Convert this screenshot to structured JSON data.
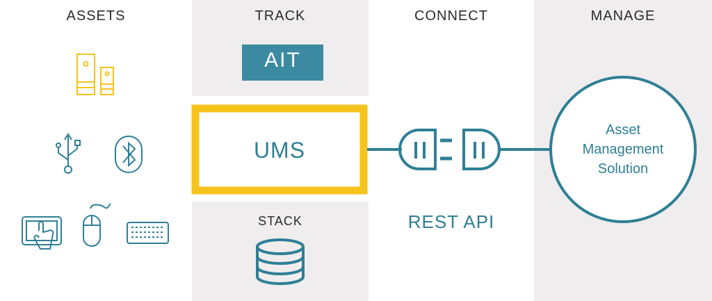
{
  "columns": {
    "assets": "ASSETS",
    "track": "TRACK",
    "connect": "CONNECT",
    "manage": "MANAGE"
  },
  "track": {
    "ait_label": "AIT",
    "ums_label": "UMS",
    "stack_label": "STACK"
  },
  "connect": {
    "api_label": "REST API"
  },
  "manage": {
    "solution_lines": [
      "Asset",
      "Management",
      "Solution"
    ]
  },
  "icons": {
    "assets": [
      "server-tower-icon",
      "usb-icon",
      "bluetooth-icon",
      "touchscreen-icon",
      "mouse-icon",
      "keyboard-icon"
    ],
    "track": [
      "database-icon"
    ],
    "connect": [
      "plug-connector-icon"
    ]
  },
  "colors": {
    "teal": "#2e7f96",
    "yellow": "#f6c21c",
    "panel_gray": "#efeded",
    "text_dark": "#2b2b2b"
  }
}
